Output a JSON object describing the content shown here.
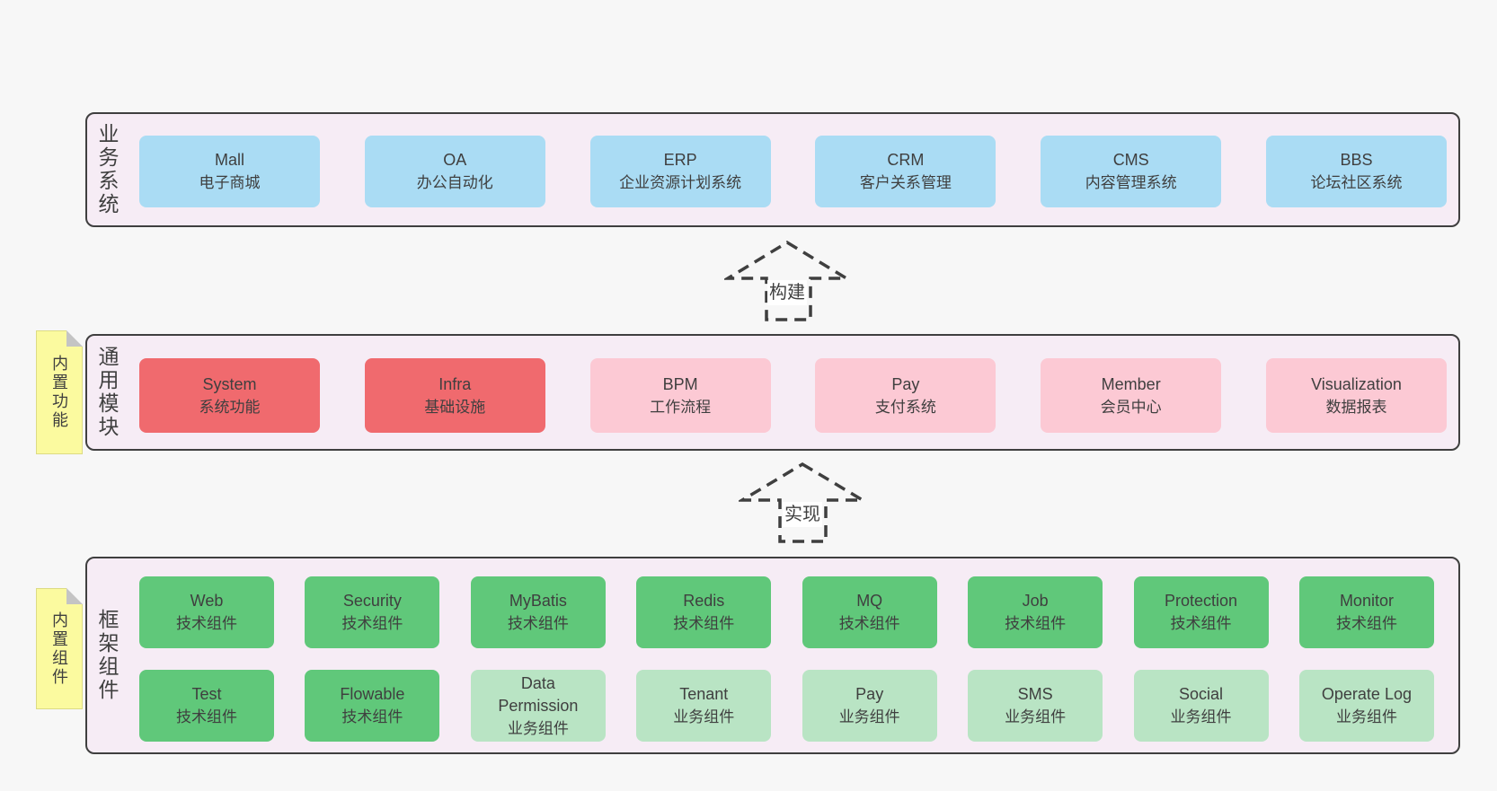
{
  "colors": {
    "page_bg": "#f7f7f7",
    "panel_bg": "#f6ecf5",
    "panel_border": "#3f3f3f",
    "text": "#3f3f3f",
    "blue": "#aadcf4",
    "red": "#f06a6e",
    "pink": "#fcc9d4",
    "green_dark": "#60c87a",
    "green_light": "#b9e4c4",
    "note_bg": "#fbfa9f",
    "note_border": "#dcdb84",
    "note_fold": "#c4c4c4",
    "label_bg": "#ffffff"
  },
  "arrows": {
    "build": "构建",
    "implement": "实现"
  },
  "panels": {
    "business": {
      "label": "业务系统",
      "boxes": [
        {
          "en": "Mall",
          "zh": "电子商城",
          "kind": "blue"
        },
        {
          "en": "OA",
          "zh": "办公自动化",
          "kind": "blue"
        },
        {
          "en": "ERP",
          "zh": "企业资源计划系统",
          "kind": "blue"
        },
        {
          "en": "CRM",
          "zh": "客户关系管理",
          "kind": "blue"
        },
        {
          "en": "CMS",
          "zh": "内容管理系统",
          "kind": "blue"
        },
        {
          "en": "BBS",
          "zh": "论坛社区系统",
          "kind": "blue"
        }
      ]
    },
    "modules": {
      "label": "通用模块",
      "note": "内置功能",
      "boxes": [
        {
          "en": "System",
          "zh": "系统功能",
          "kind": "red"
        },
        {
          "en": "Infra",
          "zh": "基础设施",
          "kind": "red"
        },
        {
          "en": "BPM",
          "zh": "工作流程",
          "kind": "pink"
        },
        {
          "en": "Pay",
          "zh": "支付系统",
          "kind": "pink"
        },
        {
          "en": "Member",
          "zh": "会员中心",
          "kind": "pink"
        },
        {
          "en": "Visualization",
          "zh": "数据报表",
          "kind": "pink"
        }
      ]
    },
    "framework": {
      "label": "框架组件",
      "note": "内置组件",
      "row1": [
        {
          "en": "Web",
          "zh": "技术组件",
          "kind": "green-dark"
        },
        {
          "en": "Security",
          "zh": "技术组件",
          "kind": "green-dark"
        },
        {
          "en": "MyBatis",
          "zh": "技术组件",
          "kind": "green-dark"
        },
        {
          "en": "Redis",
          "zh": "技术组件",
          "kind": "green-dark"
        },
        {
          "en": "MQ",
          "zh": "技术组件",
          "kind": "green-dark"
        },
        {
          "en": "Job",
          "zh": "技术组件",
          "kind": "green-dark"
        },
        {
          "en": "Protection",
          "zh": "技术组件",
          "kind": "green-dark"
        },
        {
          "en": "Monitor",
          "zh": "技术组件",
          "kind": "green-dark"
        }
      ],
      "row2": [
        {
          "en": "Test",
          "zh": "技术组件",
          "kind": "green-dark"
        },
        {
          "en": "Flowable",
          "zh": "技术组件",
          "kind": "green-dark"
        },
        {
          "en": "Data Permission",
          "zh": "业务组件",
          "kind": "green-light"
        },
        {
          "en": "Tenant",
          "zh": "业务组件",
          "kind": "green-light"
        },
        {
          "en": "Pay",
          "zh": "业务组件",
          "kind": "green-light"
        },
        {
          "en": "SMS",
          "zh": "业务组件",
          "kind": "green-light"
        },
        {
          "en": "Social",
          "zh": "业务组件",
          "kind": "green-light"
        },
        {
          "en": "Operate Log",
          "zh": "业务组件",
          "kind": "green-light"
        }
      ]
    }
  }
}
